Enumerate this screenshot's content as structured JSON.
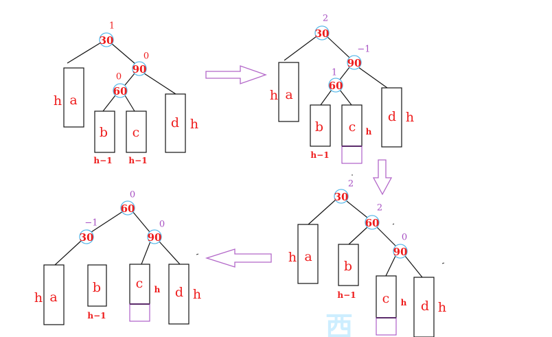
{
  "colors": {
    "red": "#ee1c1c",
    "purple": "#a64fc2",
    "circle": "#58b8e8",
    "line": "#111111",
    "arrow": "#b266c8",
    "watermark": "#cdeeff"
  },
  "watermark": "西",
  "diagrams": {
    "tl": {
      "nodes": [
        {
          "key": "30",
          "label": "30",
          "bf": "1"
        },
        {
          "key": "90",
          "label": "90",
          "bf": "0"
        },
        {
          "key": "60",
          "label": "60",
          "bf": "0"
        }
      ],
      "subtrees": [
        {
          "key": "a",
          "label": "a",
          "height": "h"
        },
        {
          "key": "b",
          "label": "b",
          "height": "h−1"
        },
        {
          "key": "c",
          "label": "c",
          "height": "h−1"
        },
        {
          "key": "d",
          "label": "d",
          "height": "h"
        }
      ]
    },
    "tr": {
      "nodes": [
        {
          "key": "30",
          "label": "30",
          "bf": "2"
        },
        {
          "key": "90",
          "label": "90",
          "bf": "−1"
        },
        {
          "key": "60",
          "label": "60",
          "bf": "1"
        }
      ],
      "subtrees": [
        {
          "key": "a",
          "label": "a",
          "height": "h"
        },
        {
          "key": "b",
          "label": "b",
          "height": "h−1"
        },
        {
          "key": "c",
          "label": "c",
          "height": "h"
        },
        {
          "key": "d",
          "label": "d",
          "height": "h"
        }
      ]
    },
    "br": {
      "nodes": [
        {
          "key": "30",
          "label": "30",
          "bf": "2"
        },
        {
          "key": "60",
          "label": "60",
          "bf": "2"
        },
        {
          "key": "90",
          "label": "90",
          "bf": "0"
        }
      ],
      "subtrees": [
        {
          "key": "a",
          "label": "a",
          "height": "h"
        },
        {
          "key": "b",
          "label": "b",
          "height": "h−1"
        },
        {
          "key": "c",
          "label": "c",
          "height": "h"
        },
        {
          "key": "d",
          "label": "d",
          "height": "h"
        }
      ]
    },
    "bl": {
      "nodes": [
        {
          "key": "60",
          "label": "60",
          "bf": "0"
        },
        {
          "key": "30",
          "label": "30",
          "bf": "−1"
        },
        {
          "key": "90",
          "label": "90",
          "bf": "0"
        }
      ],
      "subtrees": [
        {
          "key": "a",
          "label": "a",
          "height": "h"
        },
        {
          "key": "b",
          "label": "b",
          "height": "h−1"
        },
        {
          "key": "c",
          "label": "c",
          "height": "h"
        },
        {
          "key": "d",
          "label": "d",
          "height": "h"
        }
      ]
    }
  }
}
